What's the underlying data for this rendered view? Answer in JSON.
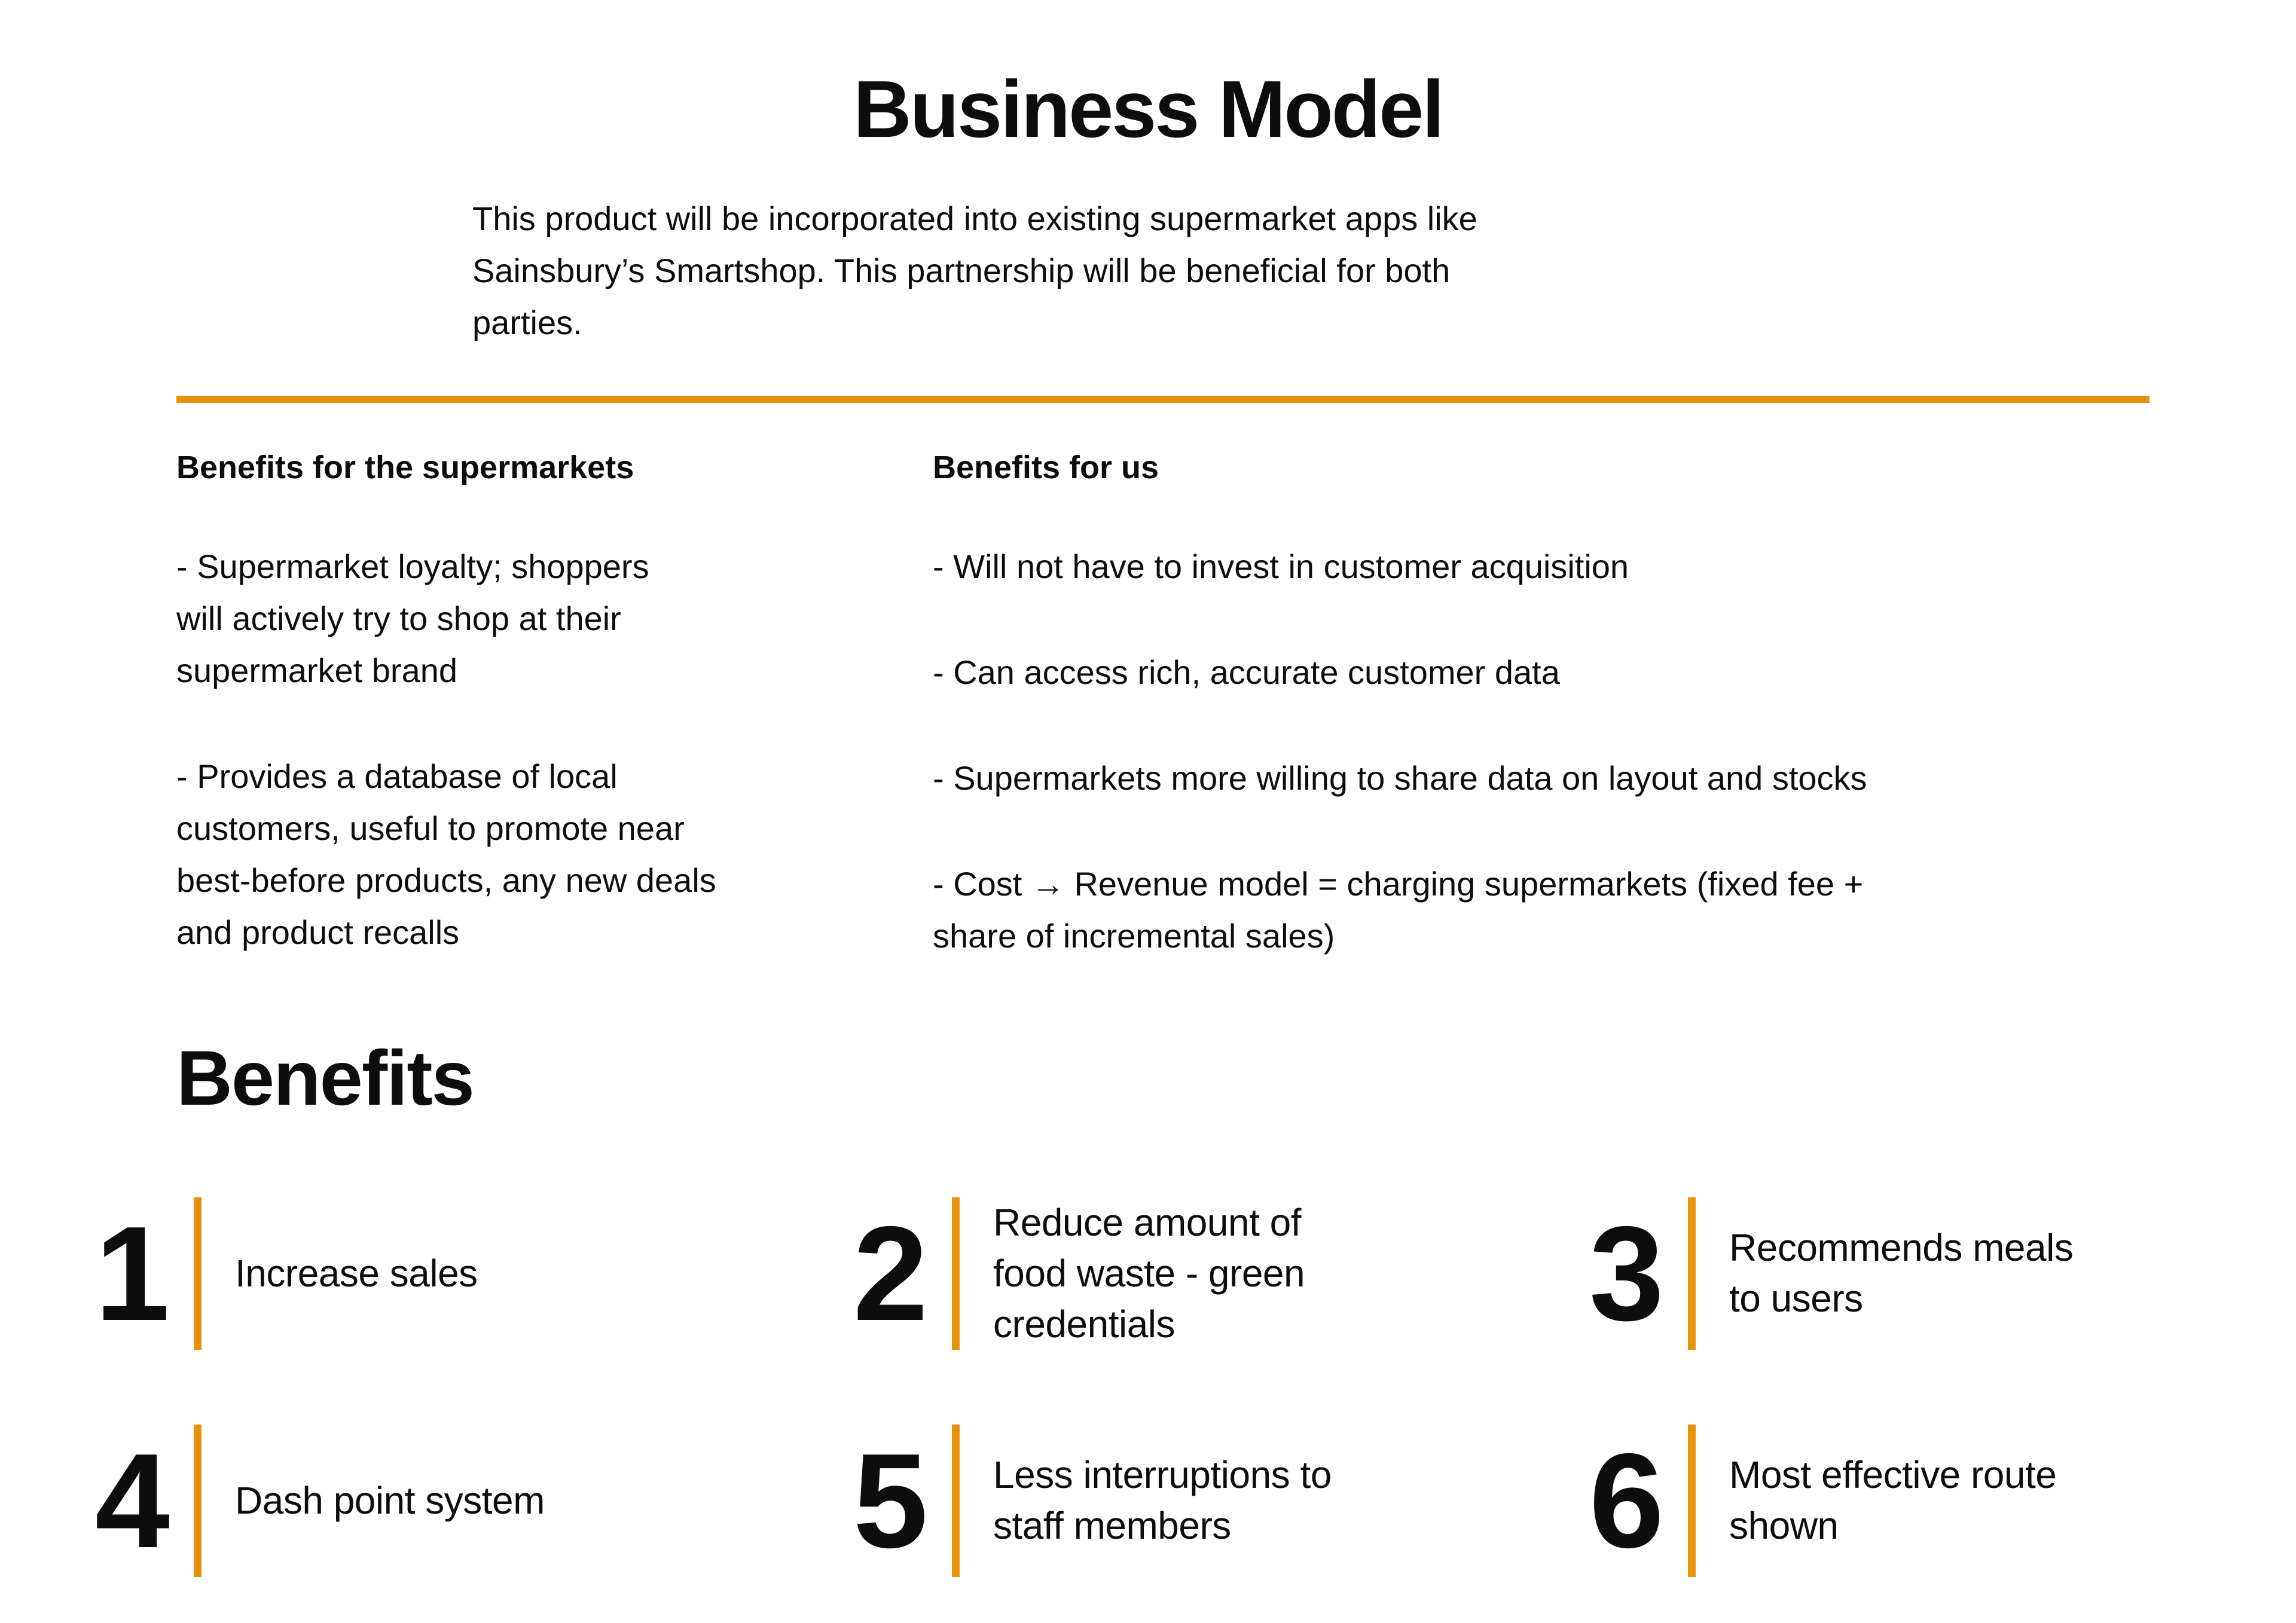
{
  "accent_color": "#E8910C",
  "title": "Business Model",
  "intro": "This product will be incorporated into existing supermarket apps like\nSainsbury’s Smartshop. This partnership will be beneficial for both\nparties.",
  "columns": {
    "left": {
      "header": "Benefits for the supermarkets",
      "bullets": [
        "- Supermarket loyalty; shoppers\nwill actively try to shop at their\nsupermarket brand",
        "- Provides a database of local\ncustomers, useful to promote near\nbest-before products, any new deals\nand product recalls"
      ]
    },
    "right": {
      "header": "Benefits for us",
      "bullets": [
        "- Will not have to invest in customer acquisition",
        "- Can access rich, accurate customer data",
        "- Supermarkets more willing to share data on layout and stocks",
        "- Cost → Revenue model = charging supermarkets (fixed fee +\nshare of incremental sales)"
      ]
    }
  },
  "benefits": {
    "heading": "Benefits",
    "items": [
      {
        "number": "1",
        "text": "Increase sales"
      },
      {
        "number": "2",
        "text": "Reduce amount of\nfood waste - green\ncredentials"
      },
      {
        "number": "3",
        "text": "Recommends meals\nto users"
      },
      {
        "number": "4",
        "text": "Dash point system"
      },
      {
        "number": "5",
        "text": "Less interruptions to\nstaff members"
      },
      {
        "number": "6",
        "text": "Most effective route\nshown"
      }
    ]
  }
}
